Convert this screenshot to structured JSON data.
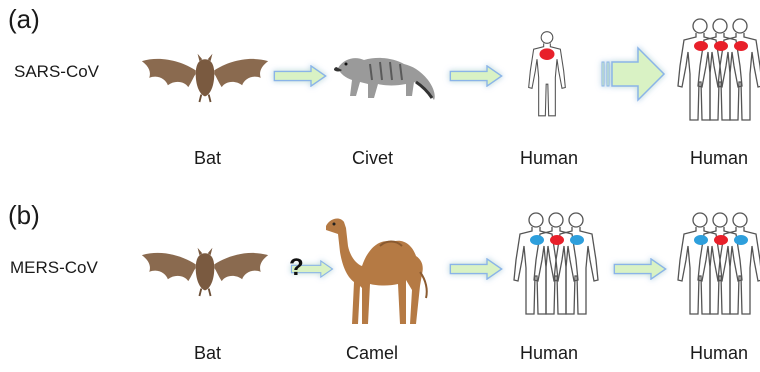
{
  "panels": [
    {
      "label": "(a)",
      "virus": "SARS-CoV",
      "captions": [
        "Bat",
        "Civet",
        "Human",
        "Human"
      ]
    },
    {
      "label": "(b)",
      "virus": "MERS-CoV",
      "question_mark": "?",
      "captions": [
        "Bat",
        "Camel",
        "Human",
        "Human"
      ]
    }
  ],
  "colors": {
    "arrow_fill": "#d9f2c4",
    "arrow_glow": "#8ab4e8",
    "bat": "#8a6a4f",
    "civet": "#8c8c8c",
    "camel": "#b57a44",
    "infection_red": "#e8202a",
    "infection_blue": "#2e9fdc",
    "outline": "#555555"
  },
  "icons": [
    "bat-icon",
    "civet-icon",
    "camel-icon",
    "human-icon",
    "human-group-icon",
    "arrow-icon"
  ]
}
